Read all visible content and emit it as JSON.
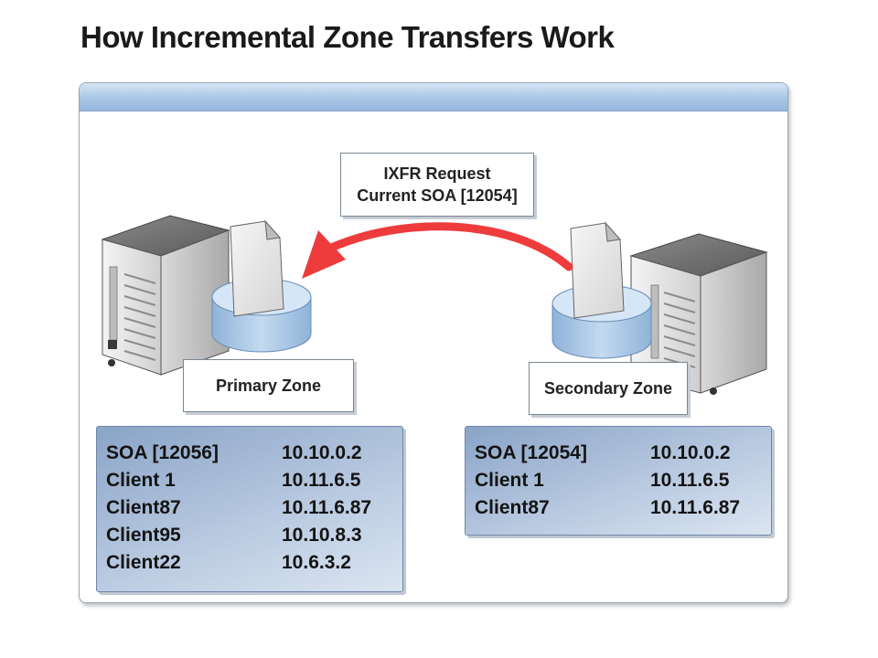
{
  "title": "How Incremental Zone Transfers Work",
  "request": {
    "line1": "IXFR Request",
    "line2": "Current SOA [12054]"
  },
  "zones": {
    "primary": "Primary Zone",
    "secondary": "Secondary Zone"
  },
  "primary_records": [
    {
      "name": "SOA [12056]",
      "ip": "10.10.0.2"
    },
    {
      "name": "Client 1",
      "ip": "10.11.6.5"
    },
    {
      "name": "Client87",
      "ip": "10.11.6.87"
    },
    {
      "name": "Client95",
      "ip": "10.10.8.3"
    },
    {
      "name": "Client22",
      "ip": "10.6.3.2"
    }
  ],
  "secondary_records": [
    {
      "name": "SOA [12054]",
      "ip": "10.10.0.2"
    },
    {
      "name": "Client 1",
      "ip": "10.11.6.5"
    },
    {
      "name": "Client87",
      "ip": "10.11.6.87"
    }
  ],
  "colors": {
    "arrow": "#ee3b3b",
    "database": "#b9d3ec",
    "panel_bar": "#a8c6e5"
  }
}
